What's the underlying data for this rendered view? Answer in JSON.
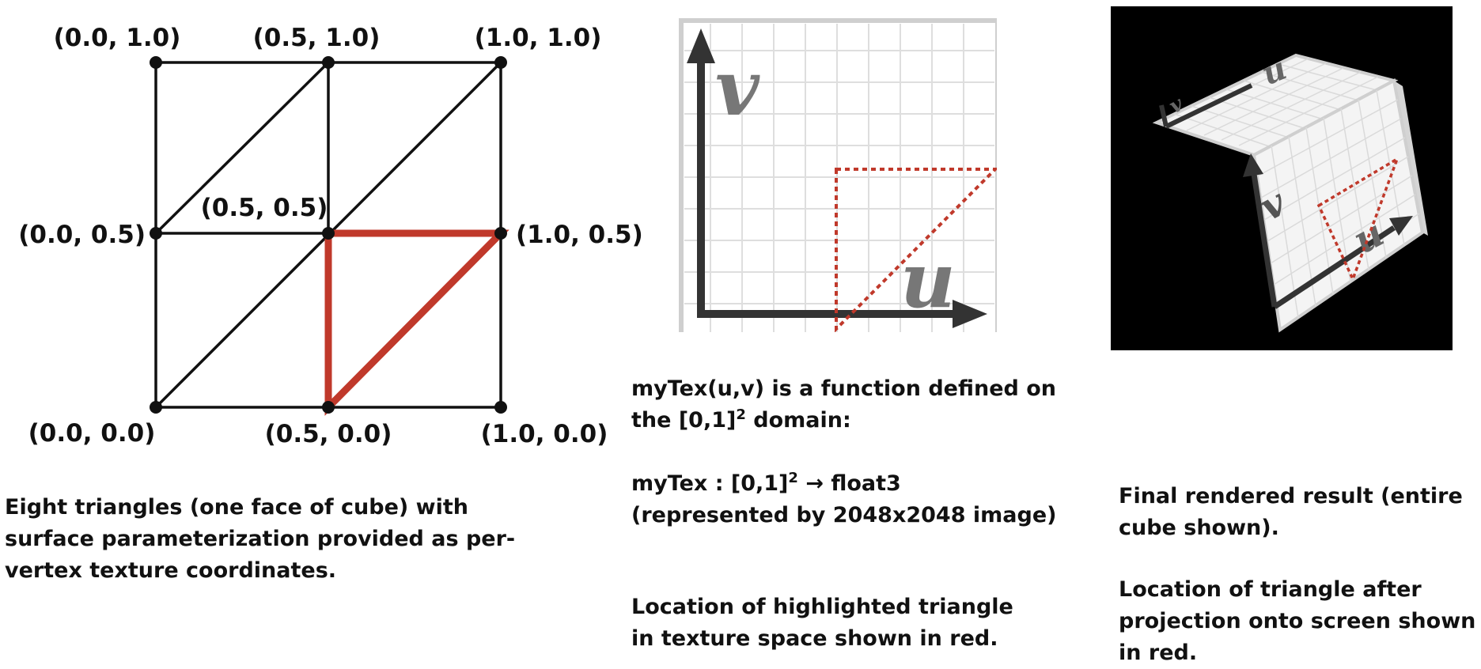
{
  "mesh": {
    "vertex_labels": [
      "(0.0, 1.0)",
      "(0.5, 1.0)",
      "(1.0, 1.0)",
      "(0.0, 0.5)",
      "(0.5, 0.5)",
      "(1.0, 0.5)",
      "(0.0, 0.0)",
      "(0.5, 0.0)",
      "(1.0, 0.0)"
    ],
    "highlight_color": "#c0392b"
  },
  "texture": {
    "u_label": "u",
    "v_label": "v",
    "highlight_color": "#c0392b"
  },
  "cube": {
    "u_label": "u",
    "v_label": "v",
    "background": "#000000"
  },
  "captions": {
    "left": {
      "line1": "Eight triangles (one face of cube) with",
      "line2": "surface parameterization provided as per-",
      "line3": "vertex texture coordinates."
    },
    "middle": {
      "def_line1": "myTex(u,v) is a function defined on",
      "def_line2_pre": "the [0,1]",
      "def_line2_sup": "2",
      "def_line2_post": " domain:",
      "sig_pre": "myTex : [0,1]",
      "sig_sup": "2",
      "sig_post": " → float3",
      "sig_line2": "(represented by 2048x2048 image)",
      "loc_line1": "Location of highlighted triangle",
      "loc_line2": "in texture space shown in red."
    },
    "right": {
      "line1": "Final rendered result (entire",
      "line2": "cube shown).",
      "loc_line1": "Location of triangle after",
      "loc_line2": "projection onto screen shown",
      "loc_line3": "in red."
    }
  }
}
